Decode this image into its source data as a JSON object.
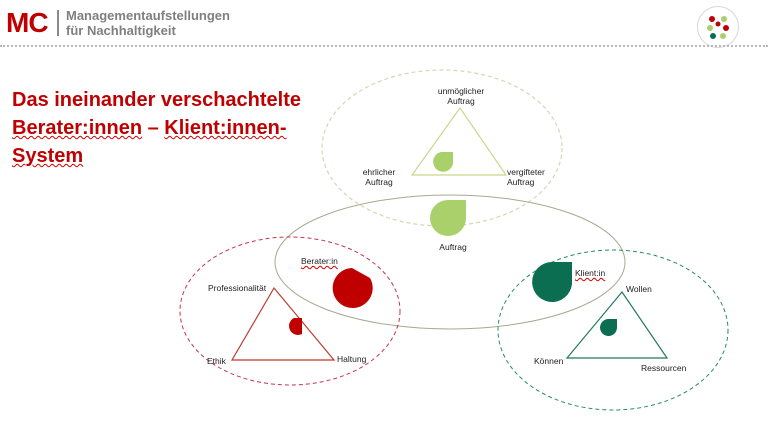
{
  "header": {
    "logo_mark": "MC",
    "logo_line1": "Managementaufstellungen",
    "logo_line2": "für Nachhaltigkeit"
  },
  "title": {
    "line1": "Das ineinander verschachtelte",
    "line2_part1": "Berater:innen",
    "line2_part2": " – ",
    "line2_part3": "Klient:innen-",
    "line3": "System"
  },
  "diagram": {
    "top_triangle": {
      "apex_label_line1": "unmöglicher",
      "apex_label_line2": "Auftrag",
      "left_label_line1": "ehrlicher",
      "left_label_line2": "Auftrag",
      "right_label_line1": "vergifteter",
      "right_label_line2": "Auftrag",
      "color": "#c5d98a"
    },
    "auftrag_label": "Auftrag",
    "berater_label": "Berater:in",
    "klient_label": "Klient:in",
    "left_triangle": {
      "apex_label": "Professionalität",
      "left_label": "Ethik",
      "right_label": "Haltung",
      "color": "#c0392b"
    },
    "right_triangle": {
      "apex_label": "Wollen",
      "left_label": "Können",
      "right_label": "Ressourcen",
      "color": "#1f7a5a"
    },
    "colors": {
      "green_light": "#a9d06a",
      "red": "#c00000",
      "teal": "#0b6e50",
      "ellipse_top": "#d9d9b8",
      "ellipse_mid": "#b5b5a0",
      "ellipse_left": "#c8344a",
      "ellipse_right": "#2a8a66"
    }
  }
}
